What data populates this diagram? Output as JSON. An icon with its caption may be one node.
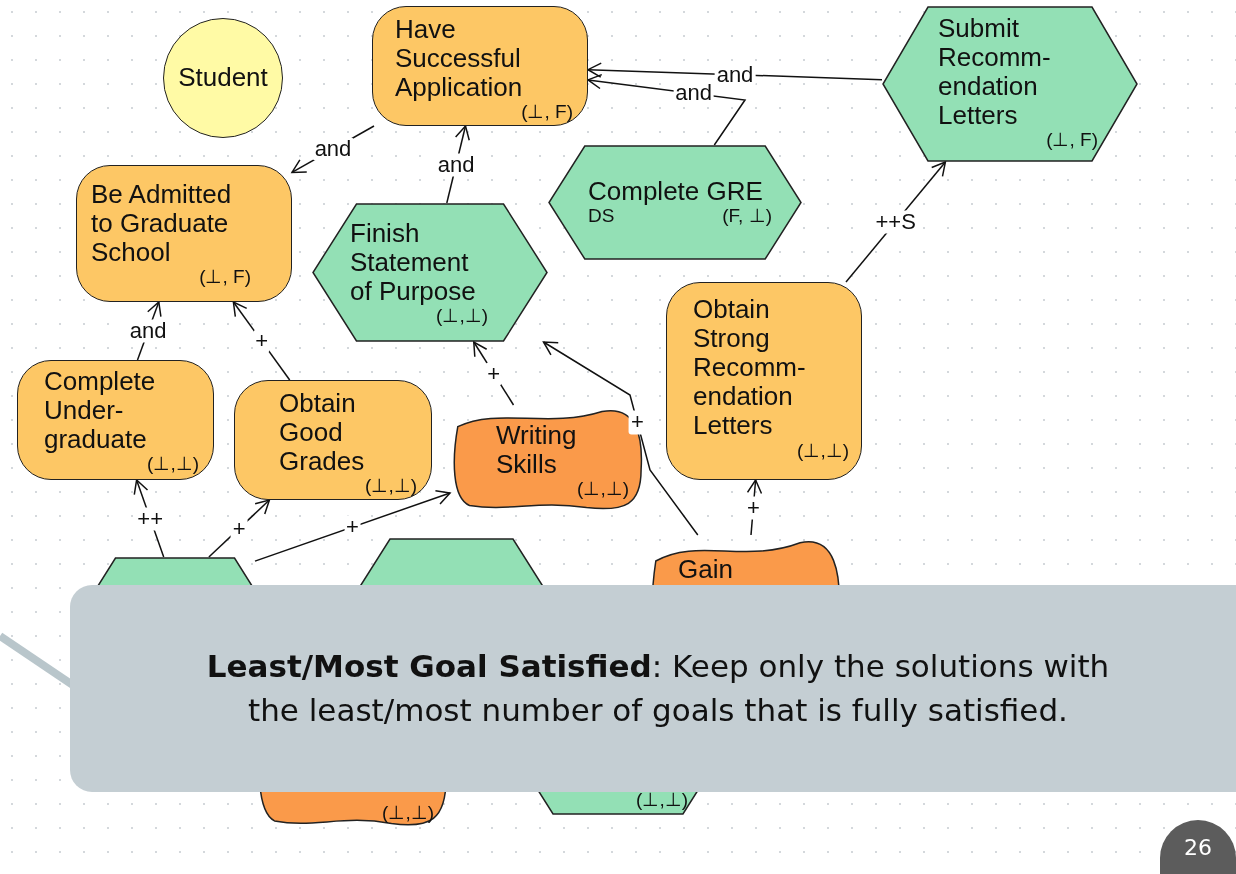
{
  "diagram": {
    "nodes": [
      {
        "text": [],
        "shape": "circle"
      },
      {
        "text": [
          "Student"
        ]
      },
      {
        "text": [
          "Have Successful Application",
          "(⊥, F)"
        ],
        "in": 0
      },
      {
        "text": [],
        "shape": "circle"
      },
      {
        "text": [
          "Submit Recomm- endation Letters",
          "(⊥, F)"
        ],
        "in": 3
      },
      {
        "text": [
          "Be Admitted to Graduate School",
          "(⊥, F)"
        ],
        "in": 0
      },
      {
        "text": [
          "Finish Statement of Purpose",
          "(⊥,⊥)"
        ],
        "in": 0
      },
      {
        "text": [
          "Complete GRE",
          "DS",
          "(F, ⊥)"
        ],
        "in": 0
      },
      {
        "text": [
          "Complete Under- graduate",
          "(⊥,⊥)"
        ],
        "in": 0
      },
      {
        "text": [
          "Obtain Good Grades",
          "(⊥,⊥)"
        ],
        "in": 0
      },
      {
        "text": [
          "Writing Skills",
          "(⊥,⊥)"
        ],
        "in": 0
      },
      {
        "text": [
          "Obtain Strong Recomm- endation Letters",
          "(⊥,⊥)"
        ],
        "in": 0
      },
      {
        "text": [],
        "shape": "hexagon",
        "in": 0
      },
      {
        "text": [],
        "shape": "hexagon",
        "in": 0
      },
      {
        "text": [
          "Gain"
        ],
        "in": 0
      },
      {
        "text": [
          "(⊥,⊥)"
        ],
        "in": 0
      },
      {
        "text": [
          "(⊥,⊥)"
        ],
        "in": 0
      }
    ],
    "edges": [
      {
        "from": 4,
        "to": 2,
        "arrow": "to",
        "label": "and"
      },
      {
        "from": 7,
        "to": 2,
        "arrow": "to",
        "label": "and"
      },
      {
        "from": 6,
        "to": 2,
        "arrow": "to",
        "label": "and"
      },
      {
        "from": 2,
        "to": 5,
        "arrow": "to",
        "label": "and"
      },
      {
        "from": 8,
        "to": 5,
        "arrow": "to",
        "label": "and"
      },
      {
        "from": 9,
        "to": 5,
        "arrow": "to",
        "label": "+"
      },
      {
        "from": 12,
        "to": 8,
        "arrow": "to",
        "label": "++"
      },
      {
        "from": 12,
        "to": 9,
        "arrow": "to",
        "label": "+"
      },
      {
        "from": 12,
        "to": 10,
        "arrow": "to",
        "label": "+"
      },
      {
        "from": 10,
        "to": 6,
        "arrow": "to",
        "label": "+"
      },
      {
        "from": 14,
        "to": 6,
        "arrow": "to",
        "label": "+"
      },
      {
        "from": 14,
        "to": 11,
        "arrow": "to",
        "label": "+"
      },
      {
        "from": 11,
        "to": 4,
        "arrow": "to",
        "label": "++S"
      }
    ],
    "labels": [
      "**Least/Most Goal Satisfied**: Keep only the solutions with the least/most number of goals that is fully satisfied.",
      "26"
    ]
  }
}
